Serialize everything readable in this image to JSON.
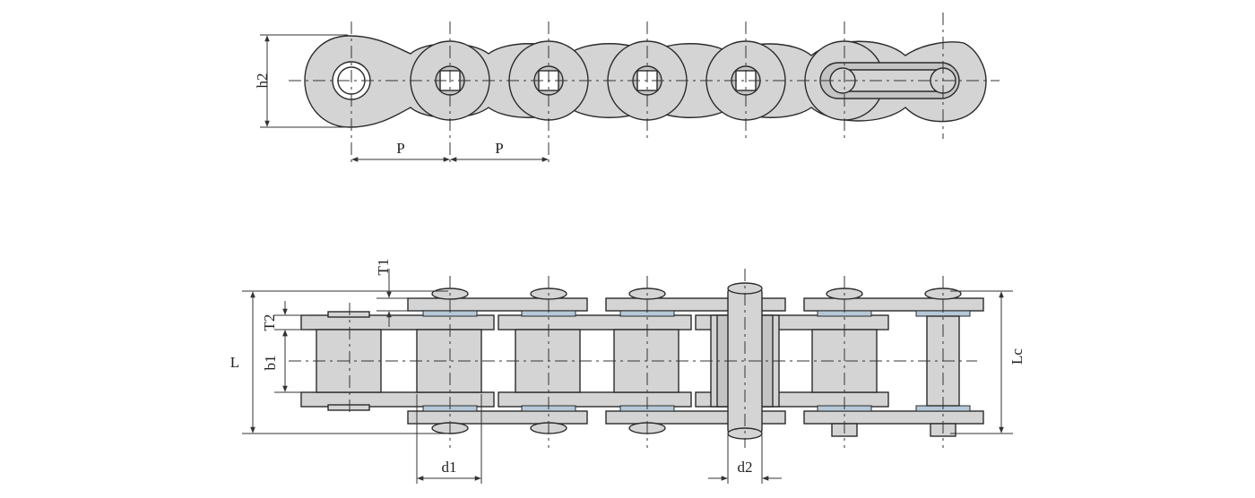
{
  "labels": {
    "h2": "h2",
    "p1": "P",
    "p2": "P",
    "t1": "T1",
    "t2": "T2",
    "l": "L",
    "b1": "b1",
    "lc": "Lc",
    "d1": "d1",
    "d2": "d2"
  },
  "colors": {
    "plate_fill": "#d4d4d4",
    "bushing_fill": "#bdbdbd",
    "washer_blue": "#b5c8d8",
    "outline": "#2b2b2b"
  }
}
